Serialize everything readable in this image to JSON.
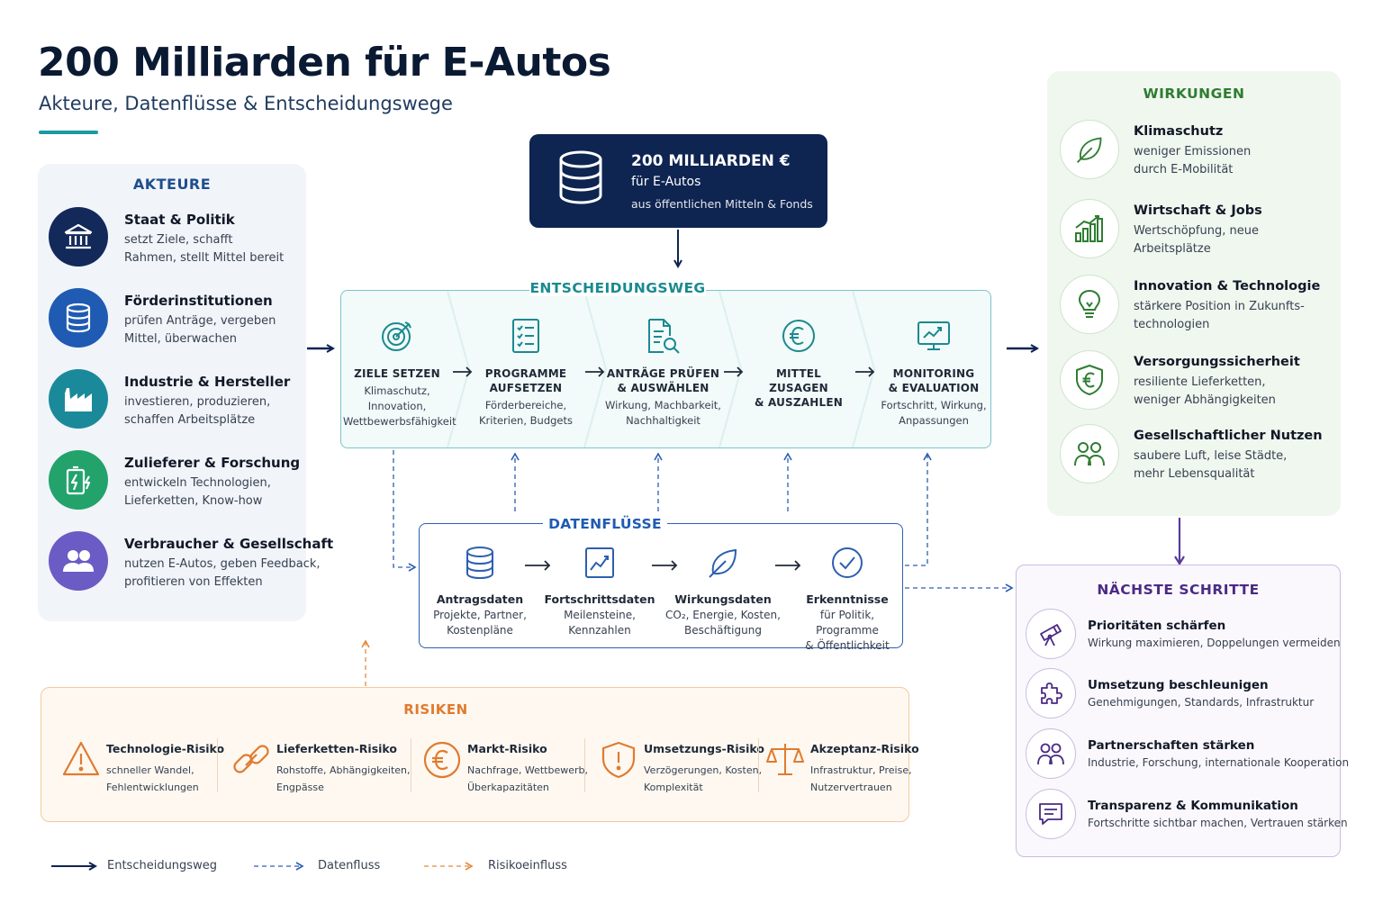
{
  "header": {
    "title": "200 Milliarden für E-Autos",
    "subtitle": "Akteure, Datenflüsse & Entscheidungswege"
  },
  "colors": {
    "navy": "#0e2451",
    "teal": "#1a8a8f",
    "blue": "#1f5bb3",
    "orange": "#e07b2e",
    "green": "#2e7d32",
    "purple": "#4b2a85"
  },
  "akteure": {
    "heading": "AKTEURE",
    "items": [
      {
        "title": "Staat & Politik",
        "line1": "setzt Ziele, schafft",
        "line2": "Rahmen, stellt Mittel bereit",
        "icon": "government-building-icon",
        "color": "#12295a"
      },
      {
        "title": "Förderinstitutionen",
        "line1": "prüfen Anträge, vergeben",
        "line2": "Mittel, überwachen",
        "icon": "database-icon",
        "color": "#1f5bb3"
      },
      {
        "title": "Industrie & Hersteller",
        "line1": "investieren, produzieren,",
        "line2": "schaffen Arbeitsplätze",
        "icon": "factory-icon",
        "color": "#1a8a9a"
      },
      {
        "title": "Zulieferer & Forschung",
        "line1": "entwickeln Technologien,",
        "line2": "Lieferketten, Know-how",
        "icon": "battery-charge-icon",
        "color": "#23a36b"
      },
      {
        "title": "Verbraucher & Gesellschaft",
        "line1": "nutzen E-Autos, geben Feedback,",
        "line2": "profitieren von Effekten",
        "icon": "people-icon",
        "color": "#6b5bc4"
      }
    ]
  },
  "funding": {
    "amount": "200 MILLIARDEN €",
    "sub": "für E-Autos",
    "note": "aus öffentlichen Mitteln & Fonds"
  },
  "entscheidungsweg": {
    "heading": "ENTSCHEIDUNGSWEG",
    "steps": [
      {
        "title1": "ZIELE SETZEN",
        "title2": "",
        "desc1": "Klimaschutz,",
        "desc2": "Innovation,",
        "desc3": "Wettbewerbsfähigkeit",
        "icon": "target-icon"
      },
      {
        "title1": "PROGRAMME",
        "title2": "AUFSETZEN",
        "desc1": "Förderbereiche,",
        "desc2": "Kriterien, Budgets",
        "desc3": "",
        "icon": "checklist-icon"
      },
      {
        "title1": "ANTRÄGE PRÜFEN",
        "title2": "& AUSWÄHLEN",
        "desc1": "Wirkung, Machbarkeit,",
        "desc2": "Nachhaltigkeit",
        "desc3": "",
        "icon": "document-search-icon"
      },
      {
        "title1": "MITTEL ZUSAGEN",
        "title2": "& AUSZAHLEN",
        "desc1": "",
        "desc2": "",
        "desc3": "",
        "icon": "euro-coin-icon"
      },
      {
        "title1": "MONITORING",
        "title2": "& EVALUATION",
        "desc1": "Fortschritt, Wirkung,",
        "desc2": "Anpassungen",
        "desc3": "",
        "icon": "monitor-chart-icon"
      }
    ]
  },
  "datenfluesse": {
    "heading": "DATENFLÜSSE",
    "items": [
      {
        "title": "Antragsdaten",
        "desc1": "Projekte, Partner,",
        "desc2": "Kostenpläne",
        "icon": "database-icon"
      },
      {
        "title": "Fortschrittsdaten",
        "desc1": "Meilensteine,",
        "desc2": "Kennzahlen",
        "icon": "line-chart-icon"
      },
      {
        "title": "Wirkungsdaten",
        "desc1": "CO₂, Energie, Kosten,",
        "desc2": "Beschäftigung",
        "icon": "leaf-icon"
      },
      {
        "title": "Erkenntnisse",
        "desc1": "für Politik, Programme",
        "desc2": "& Öffentlichkeit",
        "icon": "check-circle-icon"
      }
    ]
  },
  "risiken": {
    "heading": "RISIKEN",
    "items": [
      {
        "title": "Technologie-Risiko",
        "desc1": "schneller Wandel,",
        "desc2": "Fehlentwicklungen",
        "icon": "warning-triangle-icon"
      },
      {
        "title": "Lieferketten-Risiko",
        "desc1": "Rohstoffe, Abhängigkeiten,",
        "desc2": "Engpässe",
        "icon": "chain-link-icon"
      },
      {
        "title": "Markt-Risiko",
        "desc1": "Nachfrage, Wettbewerb,",
        "desc2": "Überkapazitäten",
        "icon": "euro-circle-icon"
      },
      {
        "title": "Umsetzungs-Risiko",
        "desc1": "Verzögerungen, Kosten,",
        "desc2": "Komplexität",
        "icon": "shield-alert-icon"
      },
      {
        "title": "Akzeptanz-Risiko",
        "desc1": "Infrastruktur, Preise,",
        "desc2": "Nutzervertrauen",
        "icon": "scales-icon"
      }
    ]
  },
  "wirkungen": {
    "heading": "WIRKUNGEN",
    "items": [
      {
        "title": "Klimaschutz",
        "line1": "weniger Emissionen",
        "line2": "durch E-Mobilität",
        "icon": "leaf-icon"
      },
      {
        "title": "Wirtschaft & Jobs",
        "line1": "Wertschöpfung, neue",
        "line2": "Arbeitsplätze",
        "icon": "growth-chart-icon"
      },
      {
        "title": "Innovation & Technologie",
        "line1": "stärkere Position in Zukunfts-",
        "line2": "technologien",
        "icon": "lightbulb-icon"
      },
      {
        "title": "Versorgungssicherheit",
        "line1": "resiliente Lieferketten,",
        "line2": "weniger Abhängigkeiten",
        "icon": "shield-euro-icon"
      },
      {
        "title": "Gesellschaftlicher Nutzen",
        "line1": "saubere Luft, leise Städte,",
        "line2": "mehr Lebensqualität",
        "icon": "people-icon"
      }
    ]
  },
  "naechste_schritte": {
    "heading": "NÄCHSTE SCHRITTE",
    "items": [
      {
        "title": "Prioritäten schärfen",
        "desc": "Wirkung maximieren, Doppelungen vermeiden",
        "icon": "telescope-icon"
      },
      {
        "title": "Umsetzung beschleunigen",
        "desc": "Genehmigungen, Standards, Infrastruktur",
        "icon": "puzzle-icon"
      },
      {
        "title": "Partnerschaften stärken",
        "desc": "Industrie, Forschung, internationale Kooperation",
        "icon": "people-icon"
      },
      {
        "title": "Transparenz & Kommunikation",
        "desc": "Fortschritte sichtbar machen, Vertrauen stärken",
        "icon": "chat-icon"
      }
    ]
  },
  "legend": {
    "decision": "Entscheidungsweg",
    "data": "Datenfluss",
    "risk": "Risikoeinfluss"
  }
}
